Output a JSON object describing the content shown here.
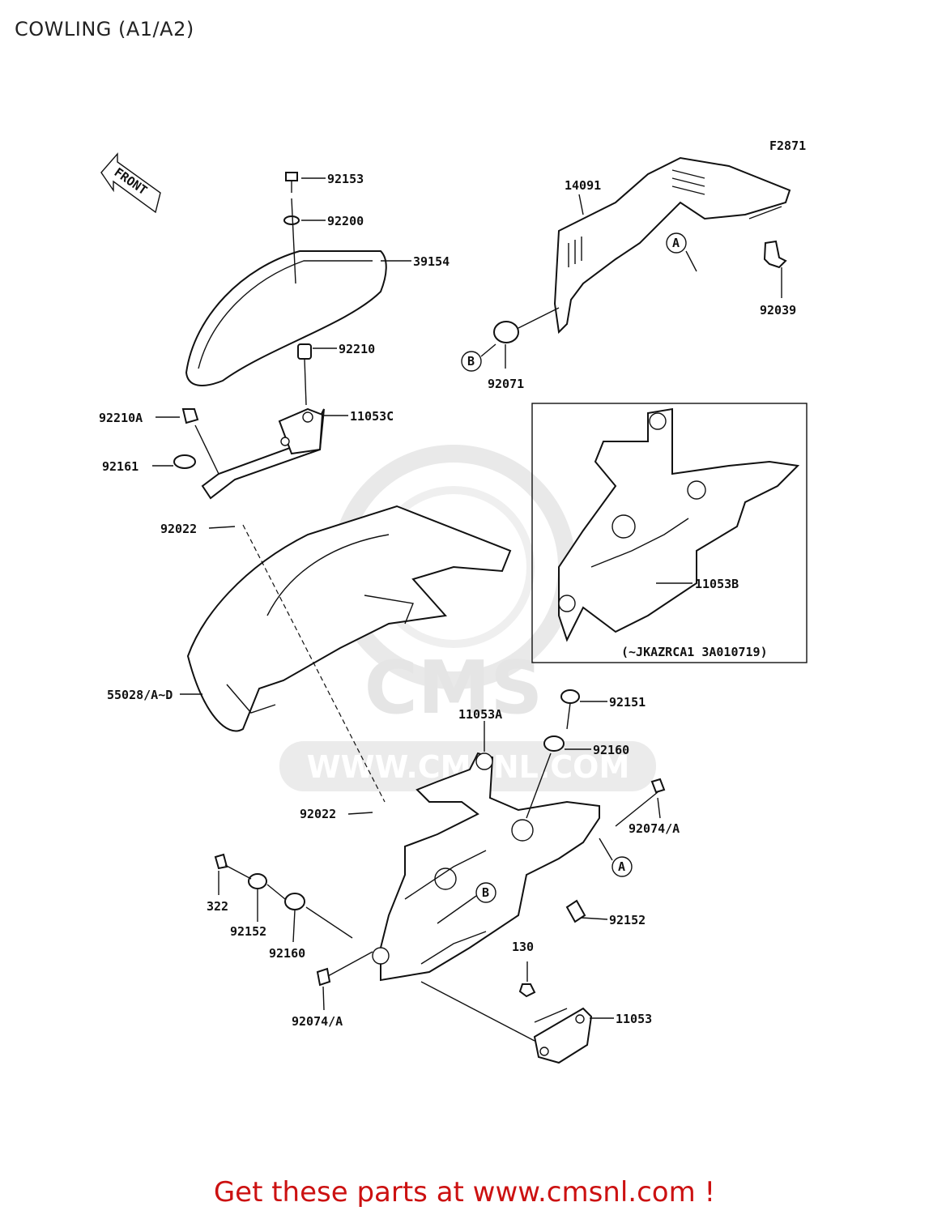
{
  "title": "COWLING (A1/A2)",
  "figure_code": "F2871",
  "front_label": "FRONT",
  "watermark": {
    "brand": "CMS",
    "url": "WWW.CMSNL.COM"
  },
  "inset_note": "(~JKAZRCA1 3A010719)",
  "callouts": [
    "A",
    "B"
  ],
  "parts": {
    "p92153": "92153",
    "p92200": "92200",
    "p39154": "39154",
    "p92210": "92210",
    "p92210A": "92210A",
    "p11053C": "11053C",
    "p92161": "92161",
    "p92022a": "92022",
    "p14091": "14091",
    "p92039": "92039",
    "p92071": "92071",
    "p11053B": "11053B",
    "p55028": "55028/A~D",
    "p92151": "92151",
    "p11053A": "11053A",
    "p92160a": "92160",
    "p92022b": "92022",
    "p92074a": "92074/A",
    "p322": "322",
    "p92152a": "92152",
    "p92160b": "92160",
    "p92152b": "92152",
    "p130": "130",
    "p92074b": "92074/A",
    "p11053": "11053"
  },
  "footer": "Get these parts at www.cmsnl.com !",
  "colors": {
    "footer_text": "#cc1111",
    "line": "#111111",
    "watermark": "#d8d8d8"
  }
}
